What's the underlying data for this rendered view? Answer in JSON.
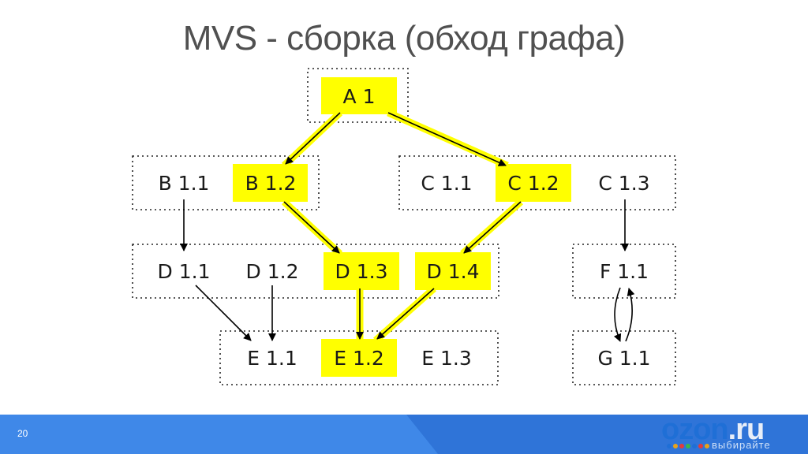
{
  "slide": {
    "title": "MVS - сборка (обход графа)",
    "page_number": "20"
  },
  "logo": {
    "brand_main": "ozon",
    "brand_suffix": ".ru",
    "tagline": "выбирайте",
    "dot_colors": [
      "#1f6fd6",
      "#e8a21a",
      "#e23b3b",
      "#39b54a",
      "#1f6fd6",
      "#e23b3b",
      "#e8a21a"
    ]
  },
  "diagram": {
    "highlight_color": "#ffff00",
    "nodes": {
      "a1": "A 1",
      "b11": "B 1.1",
      "b12": "B 1.2",
      "c11": "C 1.1",
      "c12": "C 1.2",
      "c13": "C 1.3",
      "d11": "D 1.1",
      "d12": "D 1.2",
      "d13": "D 1.3",
      "d14": "D 1.4",
      "e11": "E 1.1",
      "e12": "E 1.2",
      "e13": "E 1.3",
      "f11": "F 1.1",
      "g11": "G 1.1"
    }
  }
}
